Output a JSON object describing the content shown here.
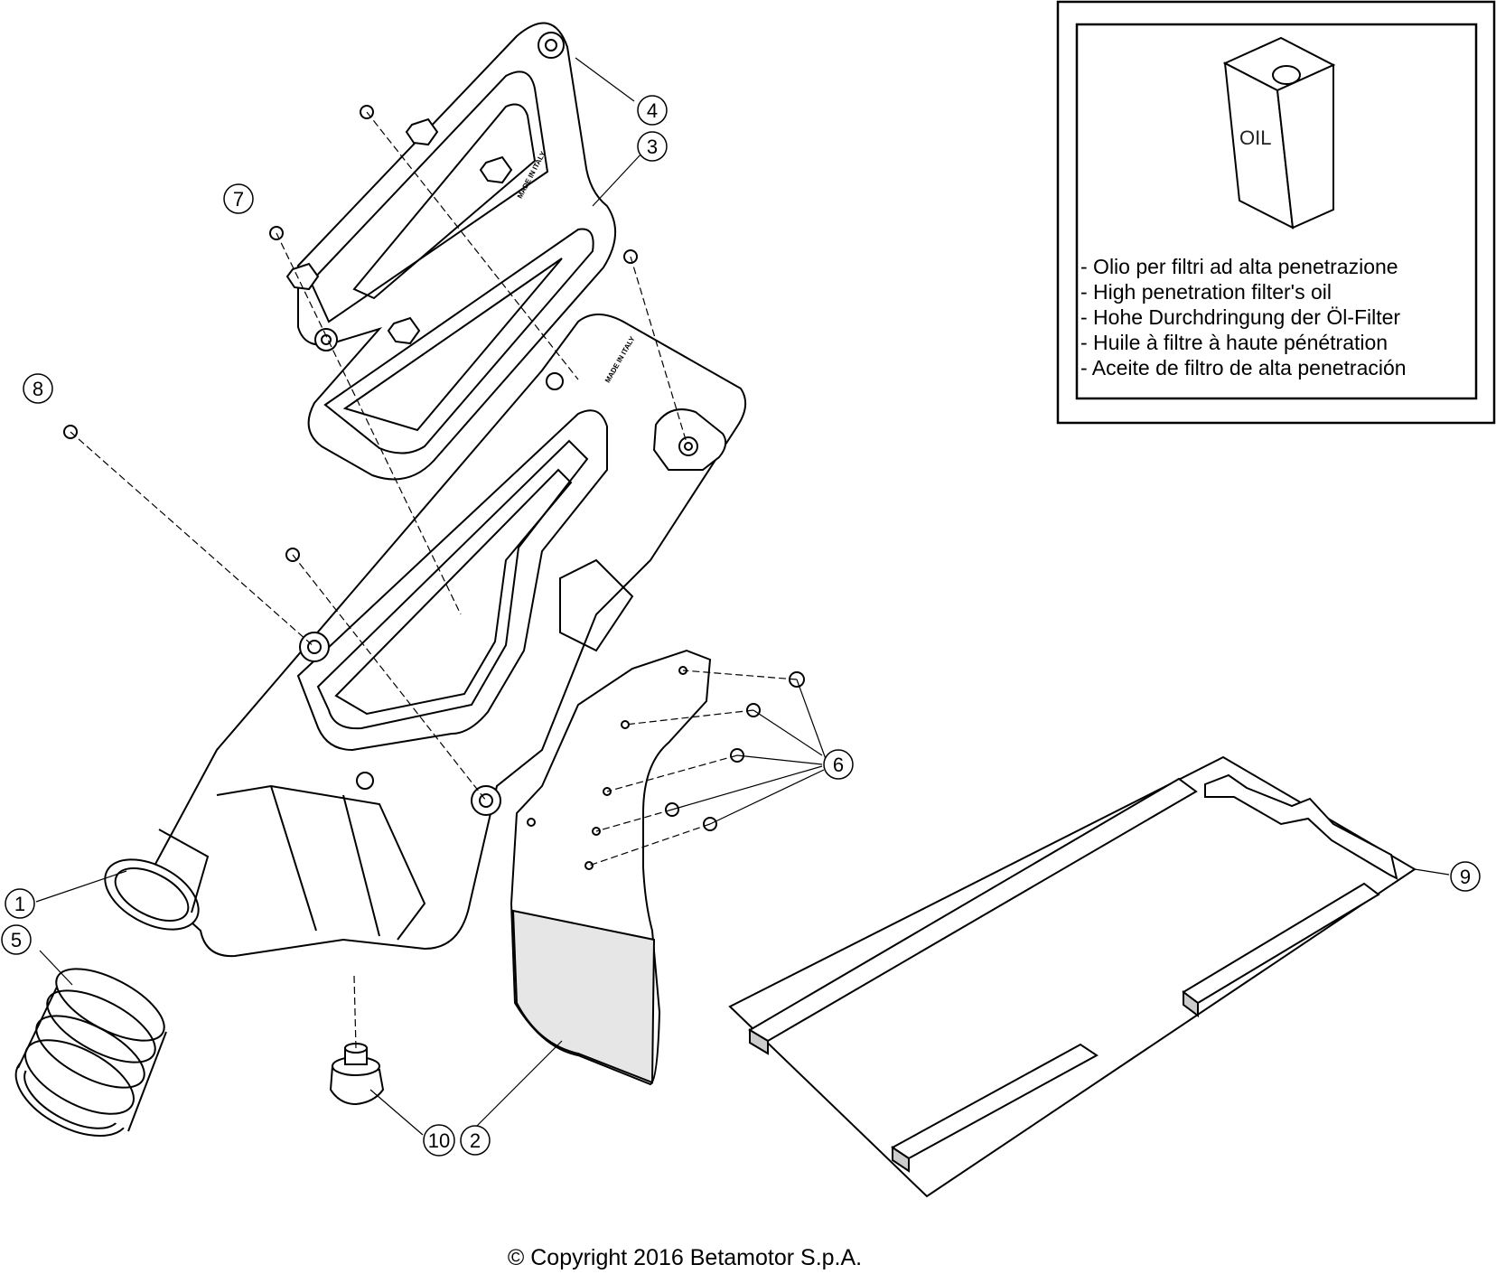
{
  "callouts": {
    "c1": "1",
    "c2": "2",
    "c3": "3",
    "c4": "4",
    "c5": "5",
    "c6": "6",
    "c7": "7",
    "c8": "8",
    "c9": "9",
    "c10": "10"
  },
  "note": {
    "icon_label": "OIL",
    "lines": [
      "- Olio per filtri ad alta penetrazione",
      "- High penetration filter's oil",
      "- Hohe Durchdringung der Öl-Filter",
      "- Huile à filtre à haute pénétration",
      "- Aceite de filtro de alta penetración"
    ]
  },
  "stamps": {
    "made_in_italy": "MADE IN ITALY"
  },
  "copyright": "© Copyright 2016 Betamotor S.p.A."
}
